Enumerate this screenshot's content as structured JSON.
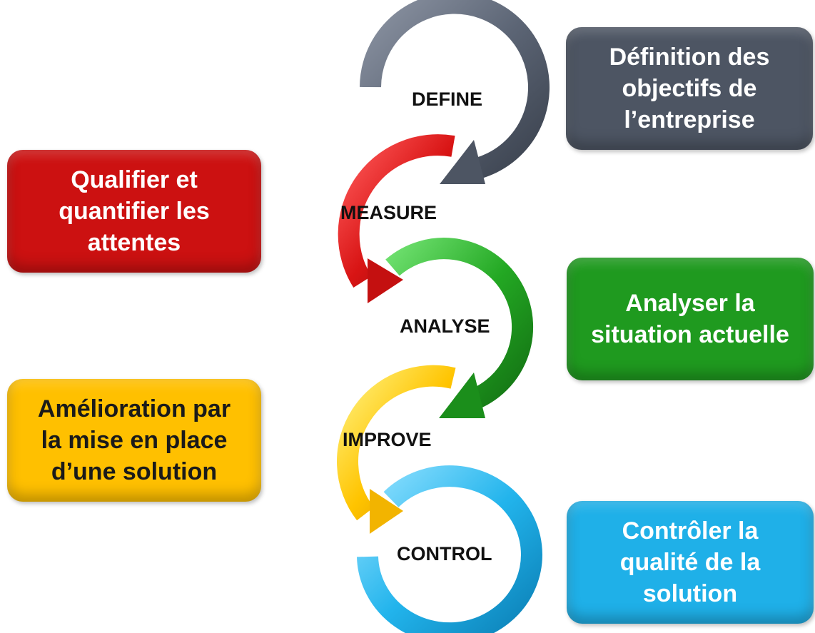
{
  "steps": [
    {
      "id": "define",
      "label": "DEFINE",
      "description": "Définition des\nobjectifs de\nl’entreprise",
      "color": "#4d5563",
      "text_color": "#ffffff"
    },
    {
      "id": "measure",
      "label": "MEASURE",
      "description": "Qualifier et\nquantifier les\nattentes",
      "color": "#cc1111",
      "text_color": "#ffffff"
    },
    {
      "id": "analyse",
      "label": "ANALYSE",
      "description": "Analyser la\nsituation actuelle",
      "color": "#1f9a1f",
      "text_color": "#ffffff"
    },
    {
      "id": "improve",
      "label": "IMPROVE",
      "description": "Amélioration par\nla mise en place\nd’une solution",
      "color": "#ffc000",
      "text_color": "#1a1a1a"
    },
    {
      "id": "control",
      "label": "CONTROL",
      "description": "Contrôler la\nqualité de la\nsolution",
      "color": "#1fb0e8",
      "text_color": "#ffffff"
    }
  ]
}
